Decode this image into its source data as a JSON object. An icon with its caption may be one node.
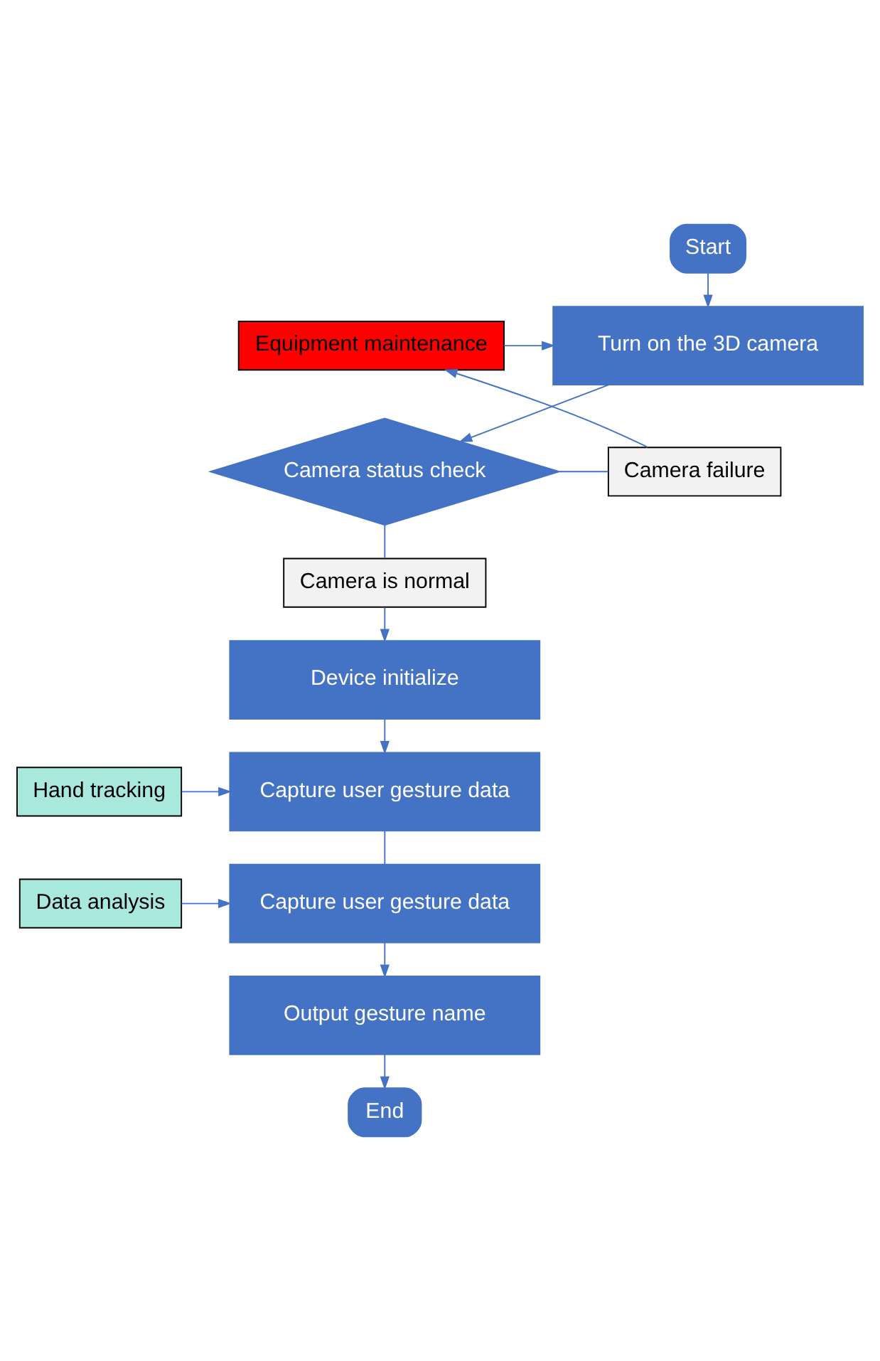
{
  "diagram": {
    "nodes": [
      {
        "text": [
          "Start"
        ]
      },
      {
        "text": [
          "Turn on the 3D camera"
        ]
      },
      {
        "text": [
          "Equipment maintenance"
        ]
      },
      {
        "text": [
          "Camera failure"
        ]
      },
      {
        "text": [
          "Camera status check"
        ]
      },
      {
        "text": [
          "Camera is normal"
        ]
      },
      {
        "text": [
          "Device initialize"
        ]
      },
      {
        "text": [
          "Hand tracking"
        ]
      },
      {
        "text": [
          "Capture user gesture data"
        ]
      },
      {
        "text": [
          "Data analysis"
        ]
      },
      {
        "text": [
          "Capture user gesture data"
        ]
      },
      {
        "text": [
          "Output gesture name"
        ]
      },
      {
        "text": [
          "End"
        ]
      }
    ],
    "edges": [
      {
        "from": 0,
        "to": 1,
        "arrow": "to"
      },
      {
        "from": 1,
        "to": 4,
        "arrow": "to"
      },
      {
        "from": 4,
        "to": 3,
        "arrow": "none"
      },
      {
        "from": 3,
        "to": 2,
        "arrow": "to"
      },
      {
        "from": 2,
        "to": 1,
        "arrow": "to"
      },
      {
        "from": 4,
        "to": 5,
        "arrow": "none"
      },
      {
        "from": 5,
        "to": 6,
        "arrow": "to"
      },
      {
        "from": 6,
        "to": 8,
        "arrow": "to"
      },
      {
        "from": 7,
        "to": 8,
        "arrow": "to"
      },
      {
        "from": 8,
        "to": 10,
        "arrow": "none"
      },
      {
        "from": 9,
        "to": 10,
        "arrow": "to"
      },
      {
        "from": 10,
        "to": 11,
        "arrow": "to"
      },
      {
        "from": 11,
        "to": 12,
        "arrow": "to"
      }
    ]
  }
}
